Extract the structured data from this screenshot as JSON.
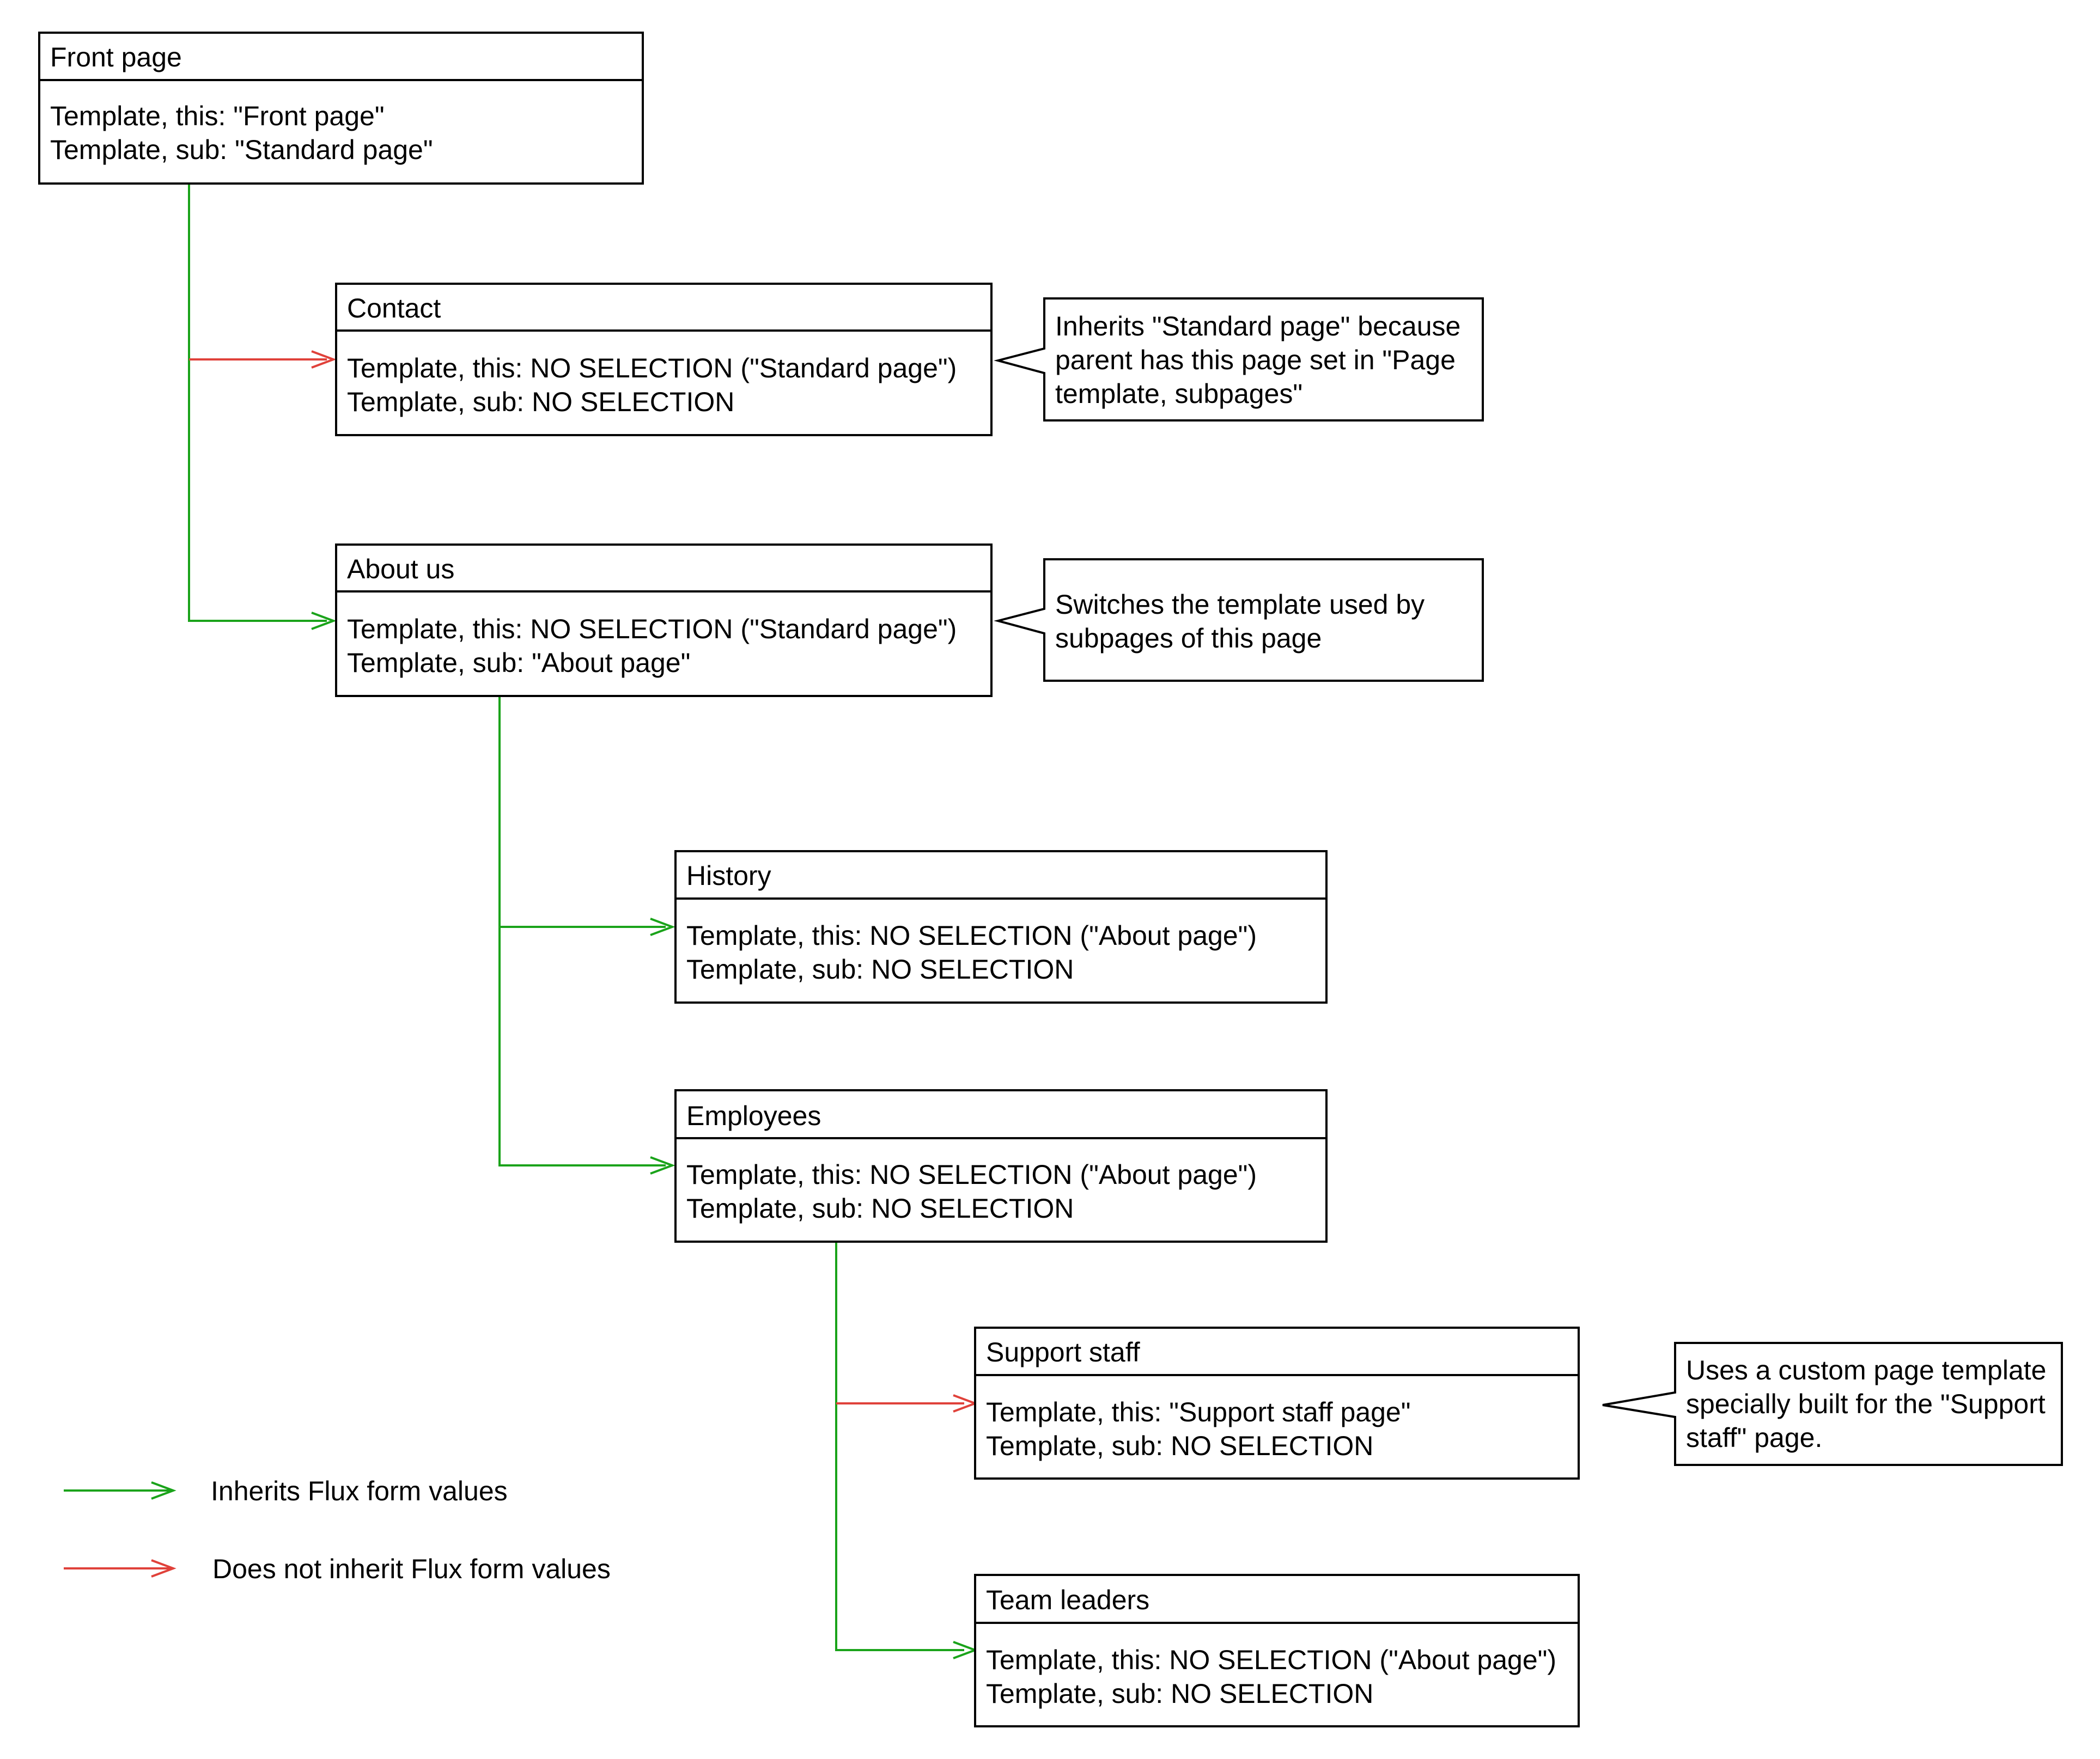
{
  "colors": {
    "inherits": "#1aa31a",
    "not_inherits": "#e0413a",
    "border": "#000000"
  },
  "pages": {
    "front_page": {
      "title": "Front page",
      "line1": "Template, this: \"Front page\"",
      "line2": "Template, sub: \"Standard page\""
    },
    "contact": {
      "title": "Contact",
      "line1": "Template, this: NO SELECTION (\"Standard page\")",
      "line2": "Template, sub: NO SELECTION"
    },
    "about_us": {
      "title": "About us",
      "line1": "Template, this: NO SELECTION (\"Standard page\")",
      "line2": "Template, sub: \"About page\""
    },
    "history": {
      "title": "History",
      "line1": "Template, this: NO SELECTION (\"About page\")",
      "line2": "Template, sub: NO SELECTION"
    },
    "employees": {
      "title": "Employees",
      "line1": "Template, this: NO SELECTION (\"About page\")",
      "line2": "Template, sub: NO SELECTION"
    },
    "support_staff": {
      "title": "Support staff",
      "line1": "Template, this: \"Support staff page\"",
      "line2": "Template, sub: NO SELECTION"
    },
    "team_leaders": {
      "title": "Team leaders",
      "line1": "Template, this: NO SELECTION (\"About page\")",
      "line2": "Template, sub: NO SELECTION"
    }
  },
  "notes": {
    "contact": {
      "line1": "Inherits \"Standard page\" because",
      "line2": "parent has this page set in \"Page",
      "line3": "template, subpages\""
    },
    "about_us": {
      "line1": "Switches the template used by",
      "line2": "subpages of this page"
    },
    "support_staff": {
      "line1": "Uses a custom page template",
      "line2": "specially built for the \"Support",
      "line3": "staff\" page."
    }
  },
  "legend": {
    "inherits": "Inherits Flux form values",
    "not_inherits": "Does not inherit Flux form values"
  }
}
